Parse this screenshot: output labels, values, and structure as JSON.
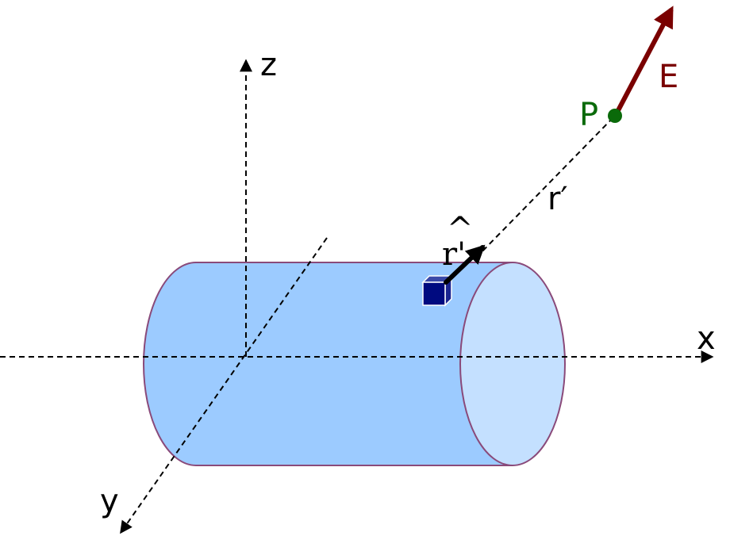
{
  "labels": {
    "x_axis": "x",
    "y_axis": "y",
    "z_axis": "z",
    "point": "P",
    "field": "E",
    "distance": "r′",
    "unit_vector": "r'",
    "unit_hat": "^"
  },
  "colors": {
    "cylinder_fill": "#9ccbff",
    "cylinder_end_fill": "#c4e0ff",
    "cylinder_stroke": "#8a4a7a",
    "field_arrow": "#7a0000",
    "point": "#0a6a0a",
    "charge_element": "#000a80",
    "axis": "#000000"
  }
}
